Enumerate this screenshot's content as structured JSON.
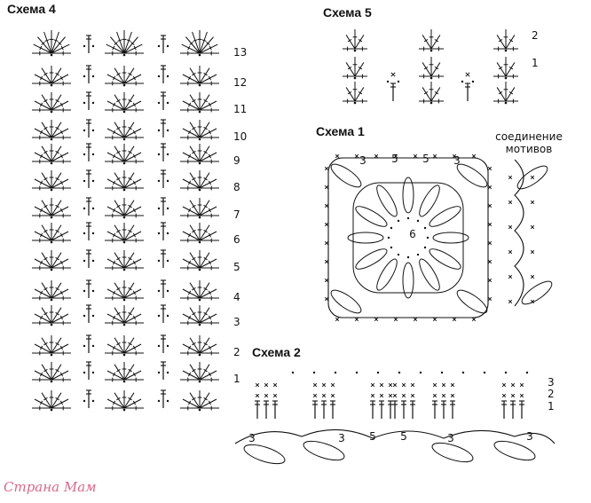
{
  "schema4": {
    "title": "Схема 4",
    "rows": [
      "13",
      "12",
      "11",
      "10",
      "9",
      "8",
      "7",
      "6",
      "5",
      "4",
      "3",
      "2",
      "1"
    ]
  },
  "schema5": {
    "title": "Схема 5",
    "rows": [
      "2",
      "1"
    ]
  },
  "schema1": {
    "title": "Схема 1",
    "note_line1": "соединение",
    "note_line2": "мотивов",
    "labels": [
      "3",
      "5",
      "5",
      "3",
      "6"
    ]
  },
  "schema2": {
    "title": "Схема 2",
    "rows": [
      "3",
      "2",
      "1"
    ],
    "labels": [
      "3",
      "3",
      "5",
      "5",
      "3",
      "3"
    ]
  },
  "watermark": "Страна Мам",
  "colors": {
    "ink": "#111111",
    "watermark": "#d86a8a"
  }
}
